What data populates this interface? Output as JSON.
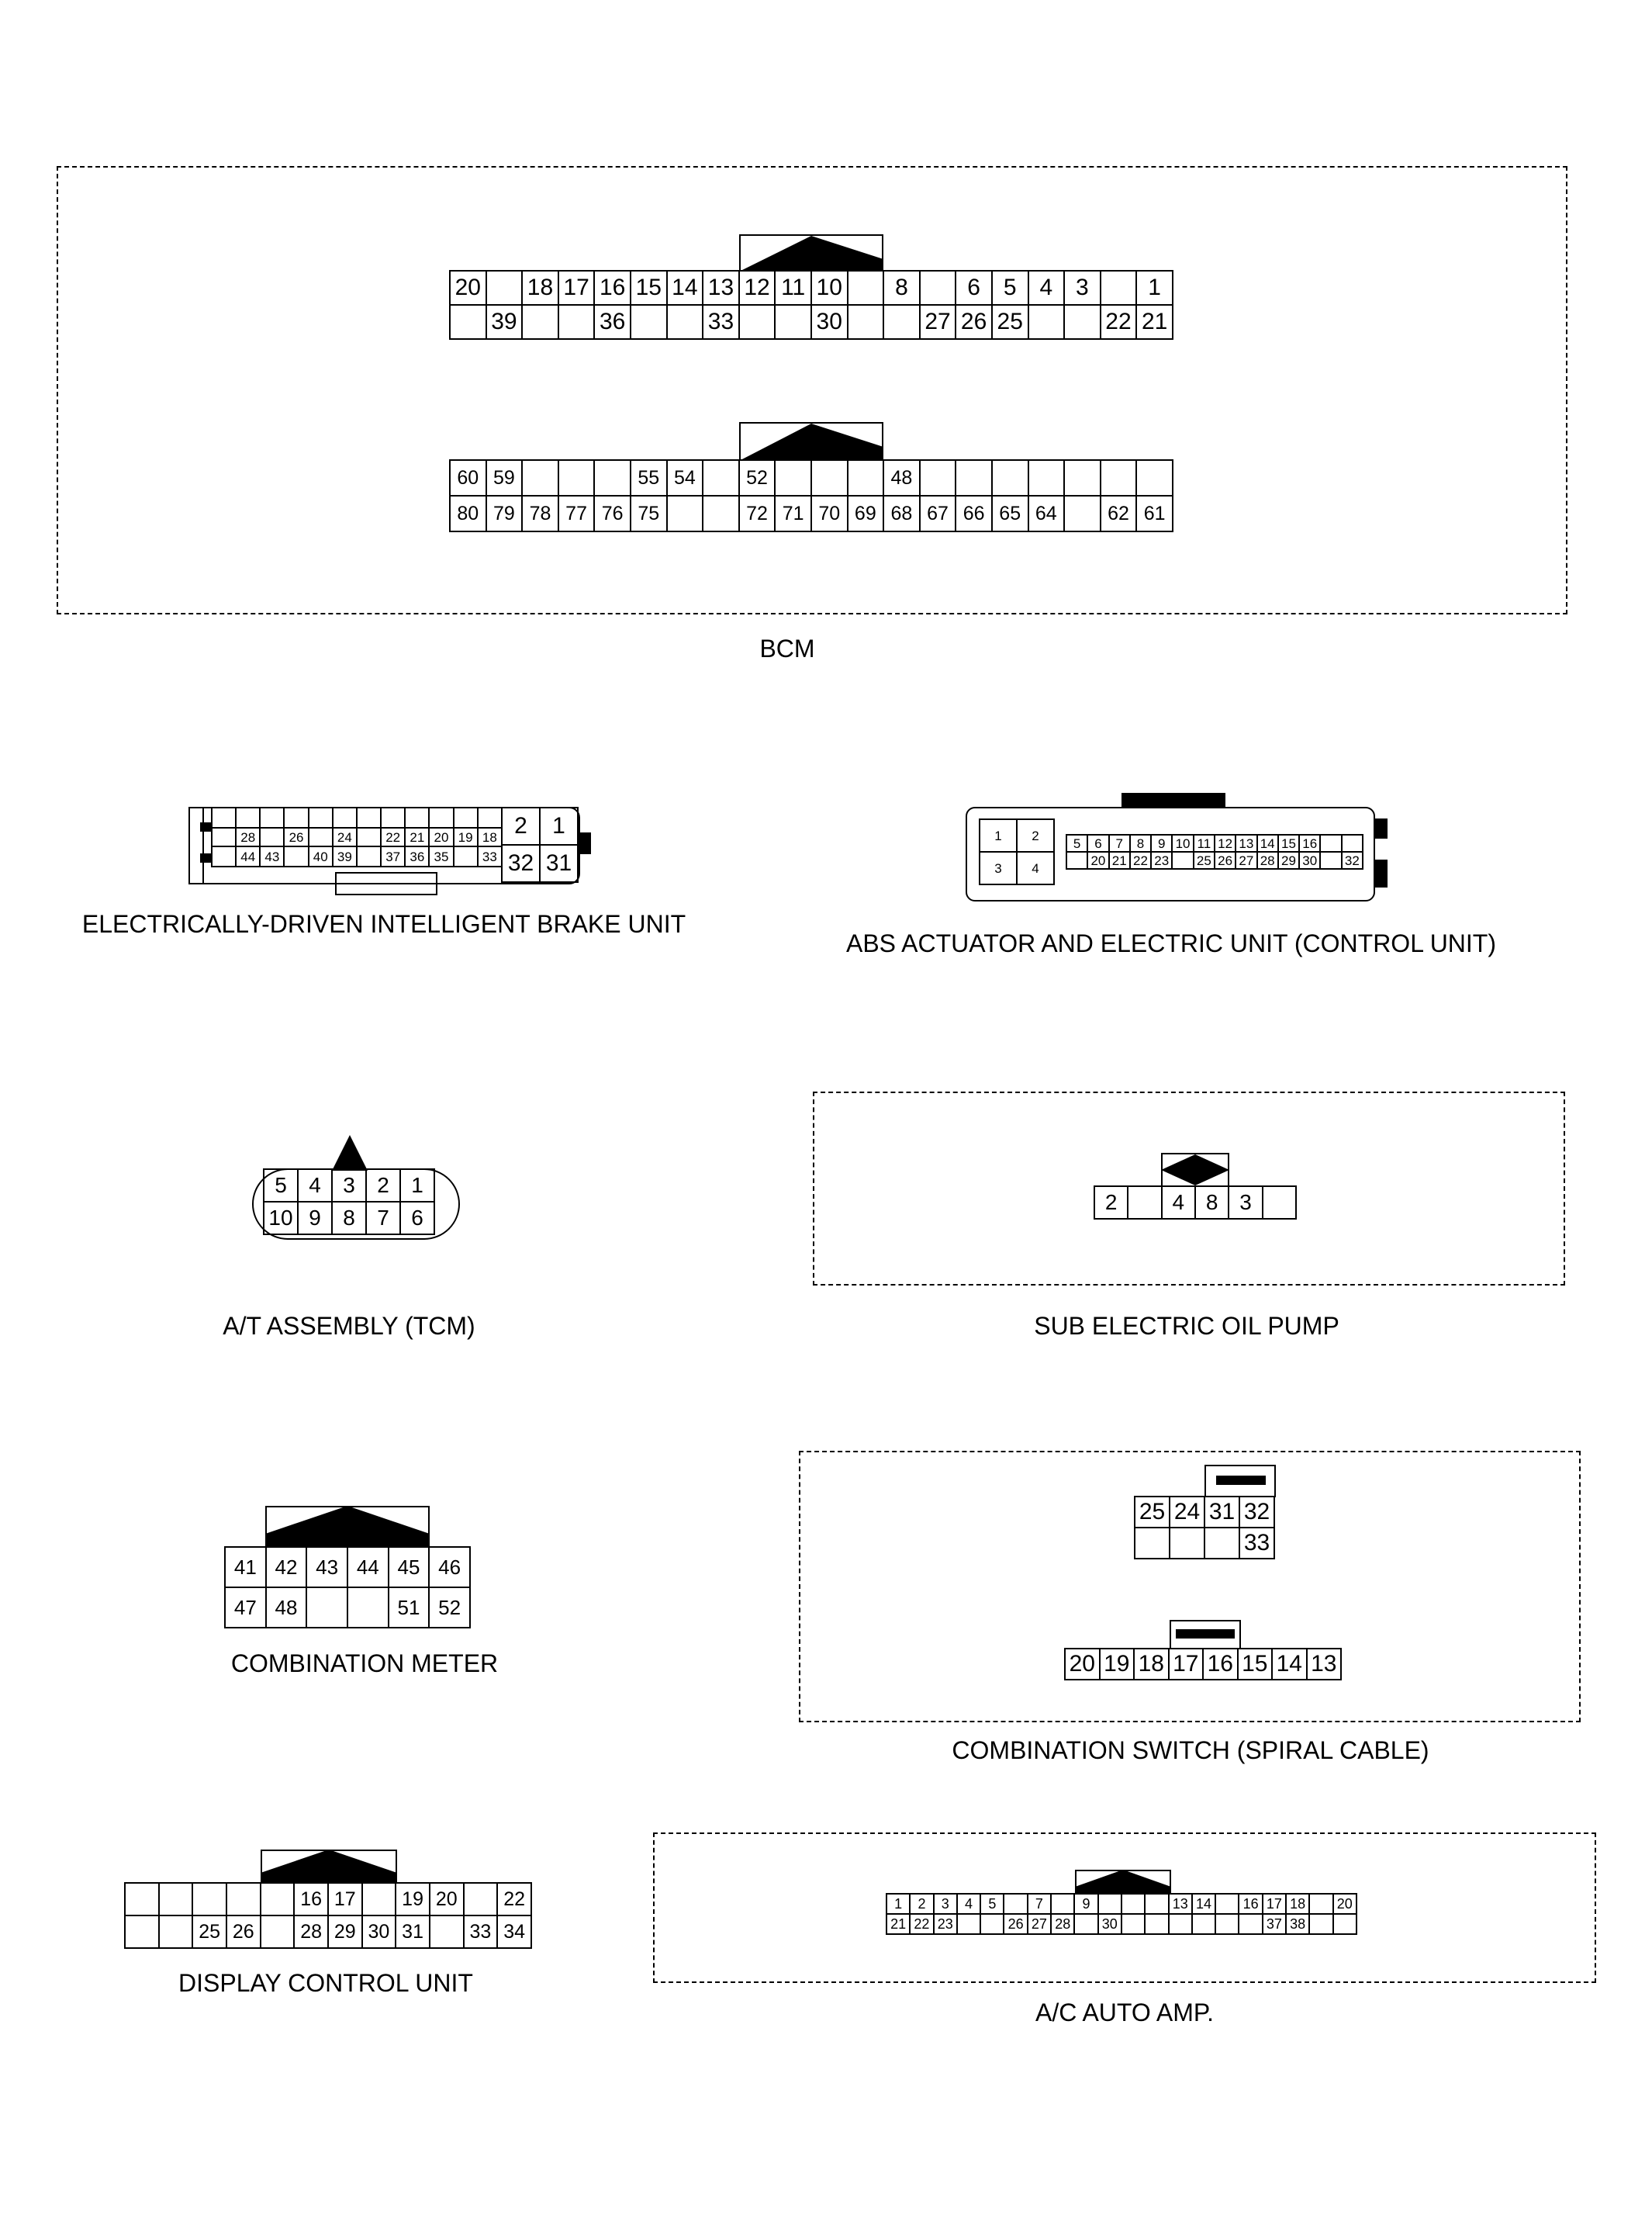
{
  "bcm": {
    "label": "BCM",
    "upper_row1": [
      "20",
      "",
      "18",
      "17",
      "16",
      "15",
      "14",
      "13",
      "12",
      "11",
      "10",
      "",
      "8",
      "",
      "6",
      "5",
      "4",
      "3",
      "",
      "1"
    ],
    "upper_row2": [
      "",
      "39",
      "",
      "",
      "36",
      "",
      "",
      "33",
      "",
      "",
      "30",
      "",
      "",
      "27",
      "26",
      "25",
      "",
      "",
      "22",
      "21"
    ],
    "lower_row1": [
      "60",
      "59",
      "",
      "",
      "",
      "55",
      "54",
      "",
      "52",
      "",
      "",
      "",
      "48",
      "",
      "",
      "",
      "",
      "",
      "",
      ""
    ],
    "lower_row2": [
      "80",
      "79",
      "78",
      "77",
      "76",
      "75",
      "",
      "",
      "72",
      "71",
      "70",
      "69",
      "68",
      "67",
      "66",
      "65",
      "64",
      "",
      "62",
      "61"
    ]
  },
  "brake": {
    "label": "ELECTRICALLY-DRIVEN INTELLIGENT BRAKE UNIT",
    "row1": [
      "",
      "",
      "",
      "",
      "",
      "",
      "",
      "",
      "",
      "",
      "",
      "",
      "",
      "",
      "",
      ""
    ],
    "row2": [
      "",
      "28",
      "",
      "26",
      "",
      "24",
      "",
      "22",
      "21",
      "20",
      "19",
      "18"
    ],
    "row3": [
      "",
      "44",
      "43",
      "",
      "40",
      "39",
      "",
      "37",
      "36",
      "35",
      "",
      "33"
    ],
    "big": [
      "2",
      "1",
      "32",
      "31"
    ]
  },
  "abs": {
    "label": "ABS ACTUATOR AND ELECTRIC UNIT (CONTROL UNIT)",
    "left": [
      "1",
      "2",
      "3",
      "4"
    ],
    "row1": [
      "5",
      "6",
      "7",
      "8",
      "9",
      "10",
      "11",
      "12",
      "13",
      "14",
      "15",
      "16",
      "",
      ""
    ],
    "row2": [
      "",
      "20",
      "21",
      "22",
      "23",
      "",
      "25",
      "26",
      "27",
      "28",
      "29",
      "30",
      "",
      "32"
    ]
  },
  "tcm": {
    "label": "A/T ASSEMBLY (TCM)",
    "row1": [
      "5",
      "4",
      "3",
      "2",
      "1"
    ],
    "row2": [
      "10",
      "9",
      "8",
      "7",
      "6"
    ]
  },
  "oil_pump": {
    "label": "SUB ELECTRIC OIL PUMP",
    "row": [
      "2",
      "",
      "4",
      "8",
      "3",
      ""
    ]
  },
  "meter": {
    "label": "COMBINATION METER",
    "row1": [
      "41",
      "42",
      "43",
      "44",
      "45",
      "46"
    ],
    "row2": [
      "47",
      "48",
      "",
      "",
      "51",
      "52"
    ]
  },
  "spiral": {
    "label": "COMBINATION SWITCH (SPIRAL CABLE)",
    "upper_row1": [
      "25",
      "24",
      "31",
      "32"
    ],
    "upper_row2": [
      "",
      "",
      "",
      "33"
    ],
    "lower_row": [
      "20",
      "19",
      "18",
      "17",
      "16",
      "15",
      "14",
      "13"
    ]
  },
  "display": {
    "label": "DISPLAY CONTROL UNIT",
    "row1": [
      "",
      "",
      "",
      "",
      "",
      "16",
      "17",
      "",
      "19",
      "20",
      "",
      "22"
    ],
    "row2": [
      "",
      "",
      "25",
      "26",
      "",
      "28",
      "29",
      "30",
      "31",
      "",
      "33",
      "34"
    ]
  },
  "ac": {
    "label": "A/C AUTO AMP.",
    "row1": [
      "1",
      "2",
      "3",
      "4",
      "5",
      "",
      "7",
      "",
      "9",
      "",
      "",
      "",
      "13",
      "14",
      "",
      "16",
      "17",
      "18",
      "",
      "20"
    ],
    "row2": [
      "21",
      "22",
      "23",
      "",
      "",
      "26",
      "27",
      "28",
      "",
      "30",
      "",
      "",
      "",
      "",
      "",
      "",
      "37",
      "38",
      "",
      ""
    ]
  }
}
